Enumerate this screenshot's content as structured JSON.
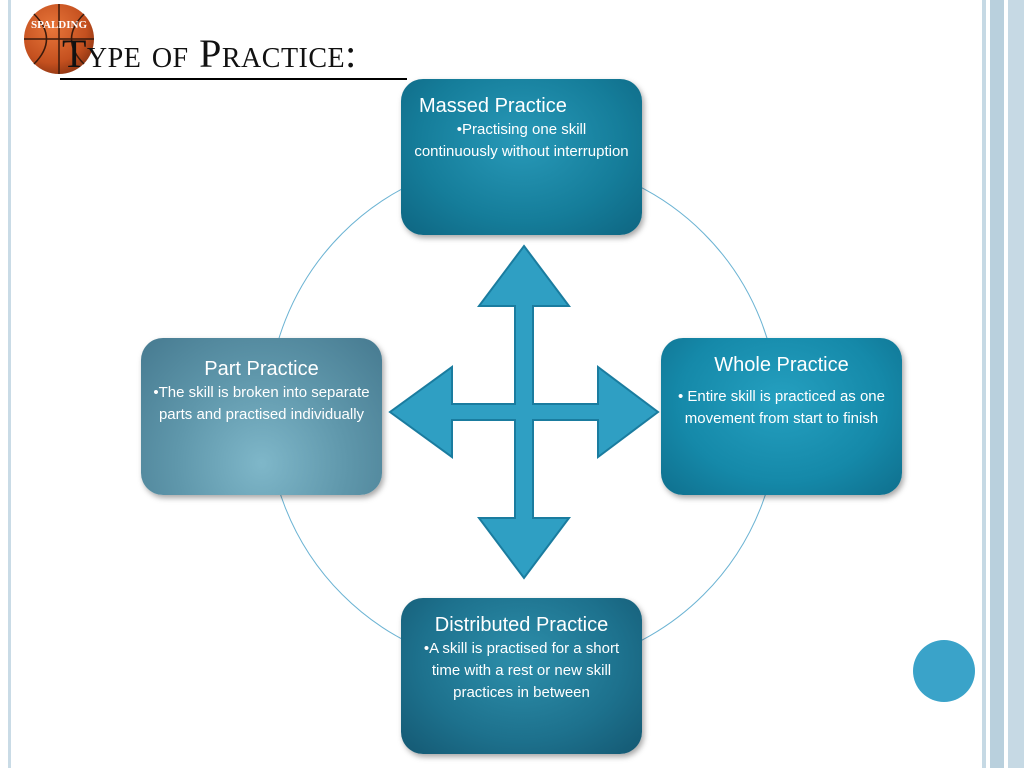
{
  "slide": {
    "title": "Type of Practice:",
    "logo": {
      "icon": "basketball-icon",
      "text": "SPALDING"
    }
  },
  "diagram": {
    "center": {
      "icon": "four-way-arrow-icon",
      "color": "#2f9fc3"
    },
    "nodes": [
      {
        "id": "massed",
        "title": "Massed Practice",
        "text": "•Practising one skill continuously without interruption"
      },
      {
        "id": "whole",
        "title": "Whole Practice",
        "text": "• Entire skill is practiced as one movement from start to finish"
      },
      {
        "id": "distributed",
        "title": "Distributed Practice",
        "text": "•A skill is practised for a short time with a rest or new skill practices in between"
      },
      {
        "id": "part",
        "title": "Part Practice",
        "text": "•The skill is broken into separate parts and practised individually"
      }
    ]
  },
  "colors": {
    "ring": "#6bb3d3",
    "accent_dot": "#3aa3c9",
    "frame": "#c6d9e4"
  }
}
